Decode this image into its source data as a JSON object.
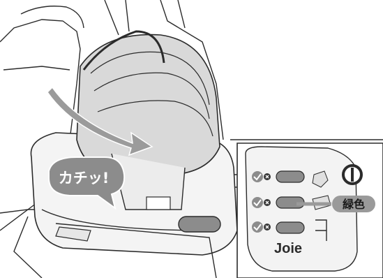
{
  "callout": {
    "text": "カチッ!"
  },
  "indicator": {
    "brand": "Joie",
    "color_label": "緑色",
    "highlight_color": "#9a9a9a",
    "rows": [
      {
        "state": "check-x",
        "led": "gray"
      },
      {
        "state": "check-x",
        "led": "green"
      },
      {
        "state": "check-x",
        "led": "gray"
      }
    ]
  },
  "colors": {
    "line": "#2b2b2b",
    "shade_dark": "#8c8c8c",
    "shade_mid": "#bdbdbd",
    "shade_light": "#e6e6e6",
    "arrow": "#9b9b9b"
  }
}
